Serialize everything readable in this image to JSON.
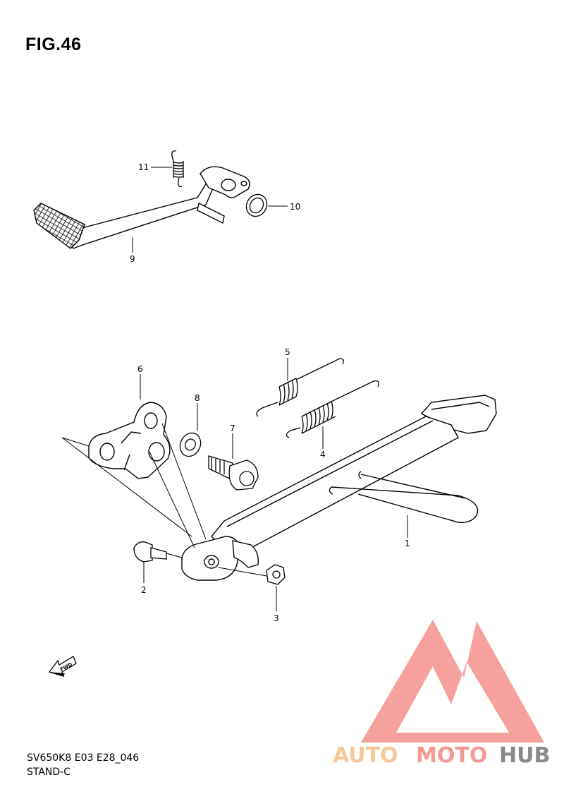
{
  "figure": {
    "title": "FIG.46",
    "code": "SV650K8 E03 E28_046",
    "name": "STAND-C"
  },
  "callouts": [
    {
      "id": "c1",
      "label": "1"
    },
    {
      "id": "c2",
      "label": "2"
    },
    {
      "id": "c3",
      "label": "3"
    },
    {
      "id": "c4",
      "label": "4"
    },
    {
      "id": "c5",
      "label": "5"
    },
    {
      "id": "c6",
      "label": "6"
    },
    {
      "id": "c7",
      "label": "7"
    },
    {
      "id": "c8",
      "label": "8"
    },
    {
      "id": "c9",
      "label": "9"
    },
    {
      "id": "c10",
      "label": "10"
    },
    {
      "id": "c11",
      "label": "11"
    }
  ],
  "fwd_arrow": {
    "label": "FWD"
  },
  "watermark": {
    "word_auto": "AUTO",
    "word_moto": "MOTO",
    "word_hub": "HUB",
    "colors": {
      "auto": "#f6c89a",
      "moto": "#f39a95",
      "hub": "#8a8a8a",
      "triangle": "#f4908c"
    }
  }
}
